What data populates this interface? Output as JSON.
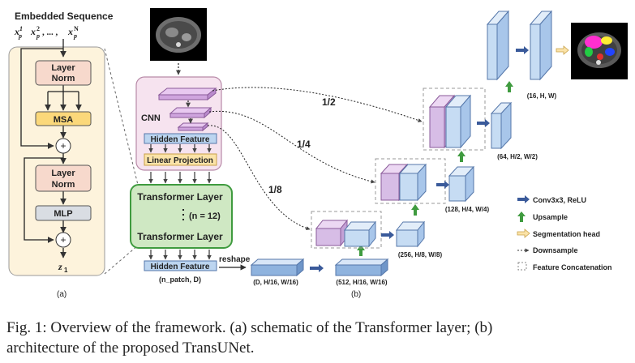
{
  "panel_a": {
    "input_title": "Embedded Sequence",
    "input_seq": "x",
    "input_sups": [
      "1",
      "2",
      "N"
    ],
    "input_subs": [
      "p",
      "p",
      "p"
    ],
    "input_dots": ", ... ,",
    "layer_norm_1": [
      "Layer",
      "Norm"
    ],
    "msa": "MSA",
    "layer_norm_2": [
      "Layer",
      "Norm"
    ],
    "mlp": "MLP",
    "plus": "+",
    "output": "z",
    "output_sub": "1",
    "panel_label": "(a)"
  },
  "panel_b": {
    "cnn": "CNN",
    "hidden_feature": "Hidden Feature",
    "linear_projection": "Linear Projection",
    "transformer_layer_top": "Transformer Layer",
    "transformer_repeat": "(n = 12)",
    "transformer_layer_bottom": "Transformer Layer",
    "hidden_feature_bottom": "Hidden Feature",
    "n_patch": "(n_patch, D)",
    "reshape": "reshape",
    "skip_labels": [
      "1/2",
      "1/4",
      "1/8"
    ],
    "dims": {
      "reshaped": "(D, H/16, W/16)",
      "d512": "(512, H/16, W/16)",
      "d256": "(256, H/8, W/8)",
      "d128": "(128, H/4, W/4)",
      "d64": "(64, H/2, W/2)",
      "d16": "(16, H, W)"
    },
    "panel_label": "(b)"
  },
  "legend": {
    "items": [
      {
        "label": "Conv3x3, ReLU",
        "color": "#3a5a9a"
      },
      {
        "label": "Upsample",
        "color": "#3f9b3f"
      },
      {
        "label": "Segmentation head",
        "color": "#d9a520"
      },
      {
        "label": "Downsample",
        "color": "#5a76c8"
      },
      {
        "label": "Feature Concatenation",
        "color": "#555555"
      }
    ]
  },
  "caption": {
    "line1": "Fig. 1: Overview of the framework. (a) schematic of the Transformer layer; (b)",
    "line2": "architecture of the proposed TransUNet."
  },
  "colors": {
    "block_pink": "#f7d9cc",
    "block_yellow": "#fbd87a",
    "block_grey": "#d9dde3",
    "panel_a_bg": "#fdf3dc",
    "cnn_bg": "#f6e3ef",
    "transformer_bg": "#cfe8c3",
    "transformer_border": "#3f9b3f",
    "feature_blue": "#c9ddf3",
    "feature_purple": "#dcc5e8"
  }
}
